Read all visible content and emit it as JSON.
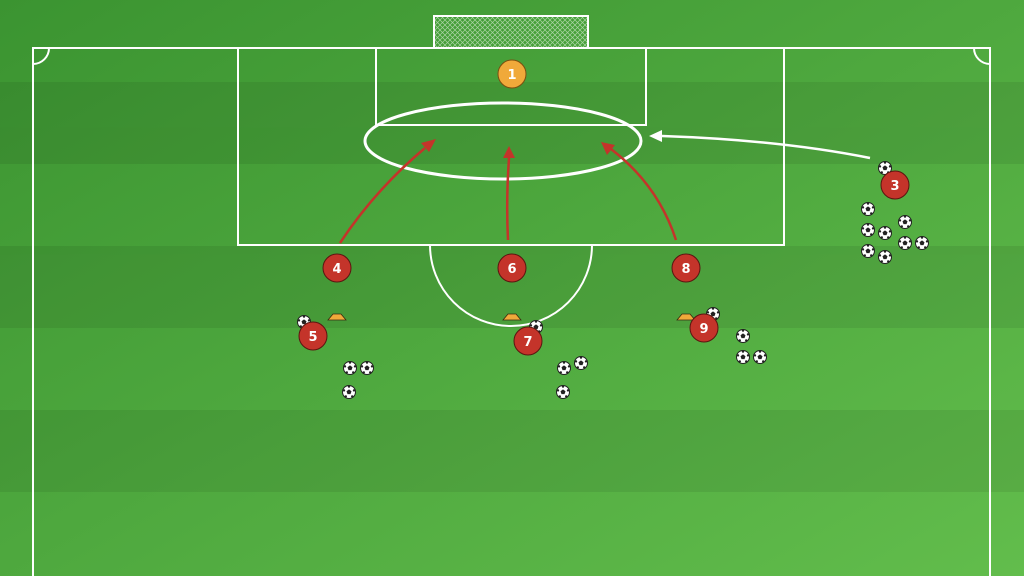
{
  "colors": {
    "grass_dark": "#3f9a35",
    "grass_light": "#5cb84a",
    "lines": "#ffffff",
    "goalkeeper": "#f0a93a",
    "attacker": "#c4342a",
    "run_arrow": "#c4342a",
    "cross_arrow": "#ffffff",
    "cone": "#f0a93a"
  },
  "players": {
    "goalkeeper": {
      "label": "1"
    },
    "crosser": {
      "label": "3"
    },
    "attackers": [
      {
        "label": "4"
      },
      {
        "label": "5"
      },
      {
        "label": "6"
      },
      {
        "label": "7"
      },
      {
        "label": "8"
      },
      {
        "label": "9"
      }
    ]
  },
  "icons": {
    "ball": "soccer-ball-icon",
    "cone": "cone-marker-icon",
    "arrow": "arrowhead-icon"
  }
}
